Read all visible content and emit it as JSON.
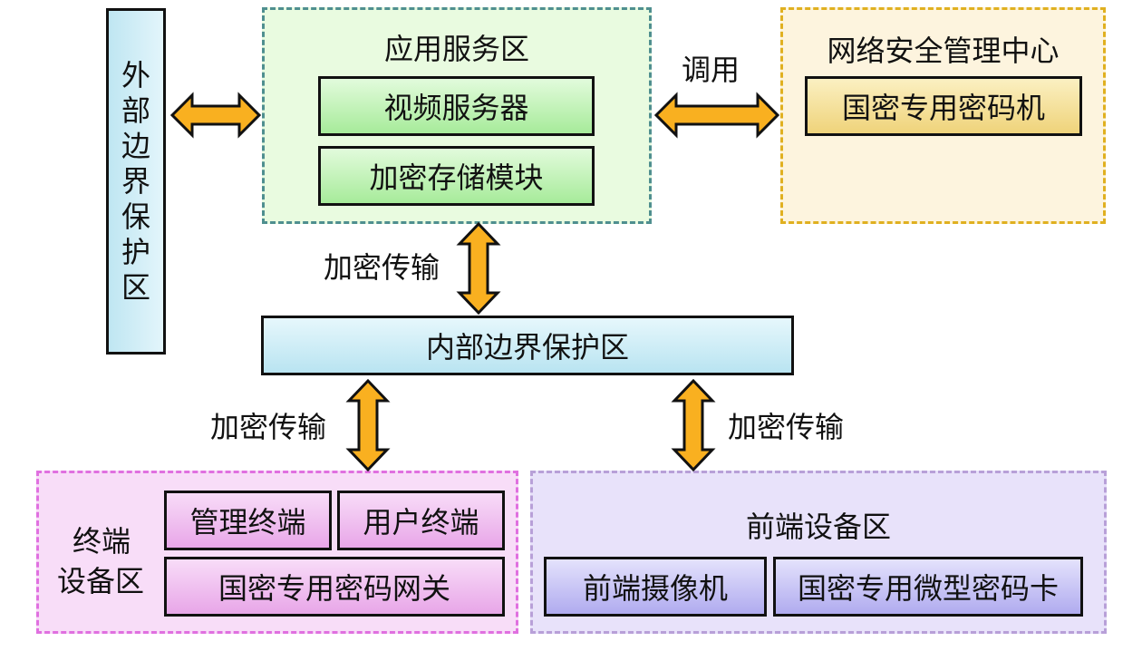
{
  "external_boundary": {
    "label": "外部边界保护区",
    "chars": [
      "外",
      "部",
      "边",
      "界",
      "保",
      "护",
      "区"
    ]
  },
  "app_zone": {
    "title": "应用服务区",
    "items": [
      "视频服务器",
      "加密存储模块"
    ]
  },
  "security_center": {
    "title": "网络安全管理中心",
    "items": [
      "国密专用密码机"
    ]
  },
  "call_label": "调用",
  "internal_boundary": {
    "label": "内部边界保护区"
  },
  "transfer_labels": [
    "加密传输",
    "加密传输",
    "加密传输"
  ],
  "terminal_zone": {
    "title_line1": "终端",
    "title_line2": "设备区",
    "items": [
      "管理终端",
      "用户终端",
      "国密专用密码网关"
    ]
  },
  "frontend_zone": {
    "title": "前端设备区",
    "items": [
      "前端摄像机",
      "国密专用微型密码卡"
    ]
  },
  "colors": {
    "arrow_fill": "#F9B020",
    "boundary_fill": "#CDEEF7",
    "app_zone_fill": "#E8FBDF",
    "app_zone_border": "#4F8F8F",
    "app_box_fill": "#B9F0B0",
    "sec_zone_fill": "#FDF4DE",
    "sec_zone_border": "#E0B020",
    "sec_box_fill": "#F5E08A",
    "term_zone_fill": "#F8DDF8",
    "term_zone_border": "#E070E0",
    "term_box_fill": "#EEB4EE",
    "front_zone_fill": "#E8E2FA",
    "front_zone_border": "#B8A0D8",
    "front_box_fill": "#C4C0F6"
  }
}
